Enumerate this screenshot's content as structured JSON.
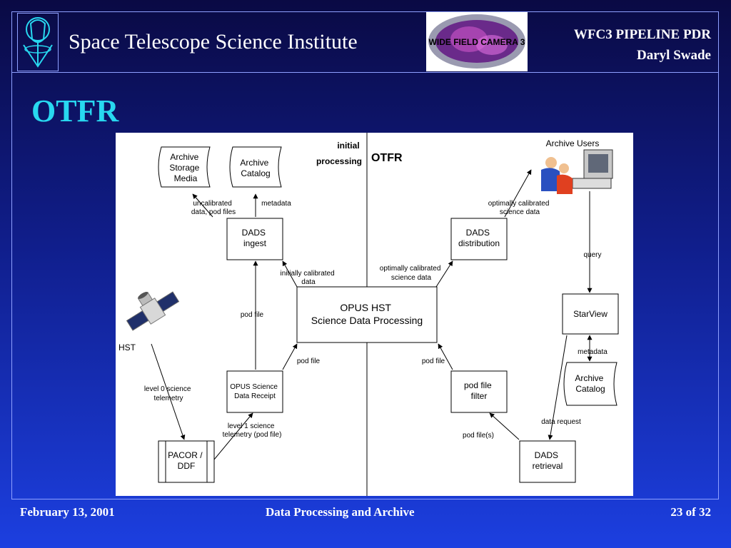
{
  "header": {
    "org_title": "Space Telescope Science Institute",
    "doc_title": "WFC3 PIPELINE PDR",
    "author": "Daryl Swade",
    "badge_text": "WIDE FIELD CAMERA 3"
  },
  "slide": {
    "title": "OTFR"
  },
  "diagram": {
    "sections": {
      "left_heading": [
        "initial",
        "processing"
      ],
      "right_heading": "OTFR"
    },
    "nodes": {
      "archive_storage_media": [
        "Archive",
        "Storage",
        "Media"
      ],
      "archive_catalog_left": [
        "Archive",
        "Catalog"
      ],
      "dads_ingest": [
        "DADS",
        "ingest"
      ],
      "opus_hst": [
        "OPUS HST",
        "Science Data Processing"
      ],
      "opus_receipt": [
        "OPUS Science",
        "Data Receipt"
      ],
      "pacor_ddf": [
        "PACOR /",
        "DDF"
      ],
      "hst": "HST",
      "dads_distribution": [
        "DADS",
        "distribution"
      ],
      "archive_users": "Archive Users",
      "starview": "StarView",
      "archive_catalog_right": [
        "Archive",
        "Catalog"
      ],
      "pod_file_filter": [
        "pod file",
        "filter"
      ],
      "dads_retrieval": [
        "DADS",
        "retrieval"
      ]
    },
    "edges": {
      "uncalibrated": [
        "uncalibrated",
        "data, pod files"
      ],
      "metadata_left": "metadata",
      "initially_calibrated": [
        "initially calibrated",
        "data"
      ],
      "pod_file_up": "pod file",
      "pod_file_receipt": "pod file",
      "level0": [
        "level 0  science",
        "telemetry"
      ],
      "level1": [
        "level 1 science",
        "telemetry (pod file)"
      ],
      "optimally_calibrated_mid": [
        "optimally calibrated",
        "science data"
      ],
      "optimally_calibrated_top": [
        "optimally calibrated",
        "science data"
      ],
      "query": "query",
      "metadata_right": "metadata",
      "data_request": "data request",
      "pod_file_filter_in": "pod file",
      "pod_files": "pod file(s)"
    }
  },
  "footer": {
    "date": "February 13, 2001",
    "topic": "Data Processing and Archive",
    "page": "23 of 32"
  }
}
